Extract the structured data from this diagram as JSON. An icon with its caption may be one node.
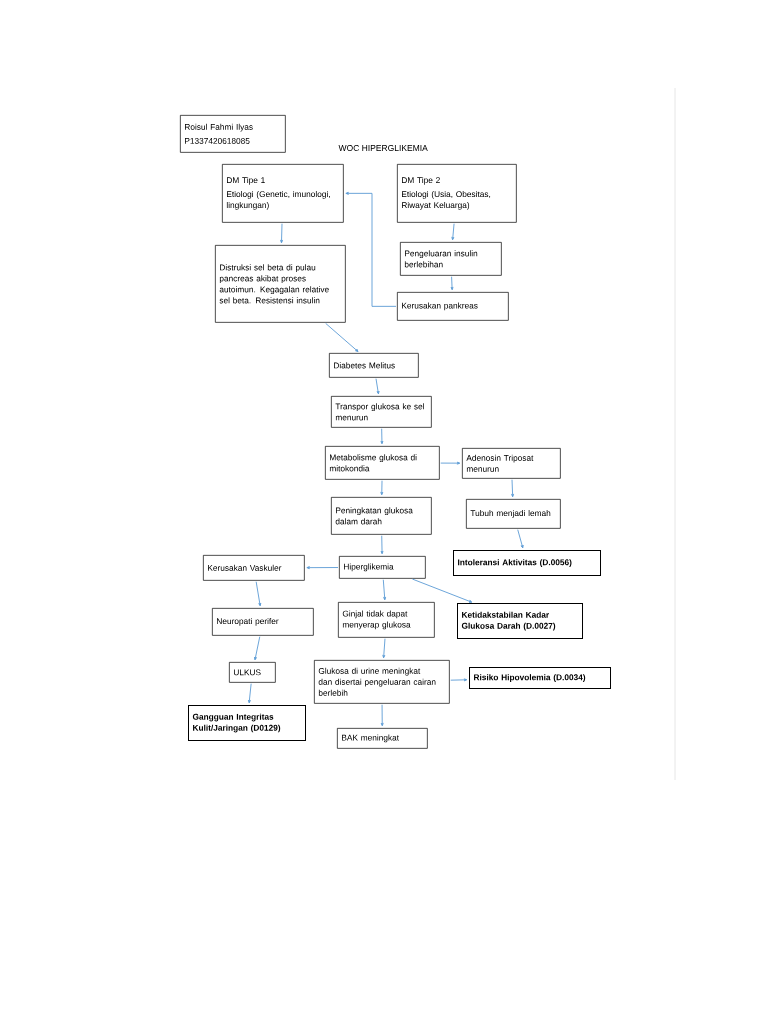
{
  "diagram": {
    "title": "WOC HIPERGLIKEMIA",
    "nodes": [
      {
        "text": [
          "Roisul Fahmi Ilyas",
          "P1337420618085"
        ]
      },
      {
        "text": [
          "DM Tipe 1",
          "Etiologi (Genetic, imunologi, lingkungan)"
        ]
      },
      {
        "text": [
          "DM Tipe 2",
          "Etiologi (Usia, Obesitas, Riwayat Keluarga)"
        ]
      },
      {
        "text": [
          "Distruksi sel beta di pulau pancreas akibat proses autoimun. Kegagalan relative sel beta. Resistensi insulin"
        ]
      },
      {
        "text": [
          "Pengeluaran insulin berlebihan"
        ]
      },
      {
        "text": [
          "Kerusakan pankreas"
        ]
      },
      {
        "text": [
          "Diabetes Melitus"
        ]
      },
      {
        "text": [
          "Transpor glukosa ke sel menurun"
        ]
      },
      {
        "text": [
          "Metabolisme glukosa di mitokondia"
        ]
      },
      {
        "text": [
          "Adenosin Triposat menurun"
        ]
      },
      {
        "text": [
          "Peningkatan glukosa dalam darah"
        ]
      },
      {
        "text": [
          "Tubuh menjadi lemah"
        ]
      },
      {
        "text": [
          "Intoleransi Aktivitas (D.0056)"
        ]
      },
      {
        "text": [
          "Kerusakan Vaskuler"
        ]
      },
      {
        "text": [
          "Hiperglikemia"
        ]
      },
      {
        "text": [
          "Neuropati perifer"
        ]
      },
      {
        "text": [
          "Ginjal tidak dapat menyerap glukosa"
        ]
      },
      {
        "text": [
          "Ketidakstabilan Kadar Glukosa Darah (D.0027)"
        ]
      },
      {
        "text": [
          "ULKUS"
        ]
      },
      {
        "text": [
          "Glukosa di urine meningkat dan disertai pengeluaran cairan berlebih"
        ]
      },
      {
        "text": [
          "Risiko Hipovolemia (D.0034)"
        ]
      },
      {
        "text": [
          "Gangguan Integritas Kulit/Jaringan (D0129)"
        ]
      },
      {
        "text": [
          "BAK meningkat"
        ]
      }
    ],
    "edges": [
      {
        "from": 1,
        "to": 3,
        "arrow": "to"
      },
      {
        "from": 2,
        "to": 4,
        "arrow": "to"
      },
      {
        "from": 4,
        "to": 5,
        "arrow": "to"
      },
      {
        "from": 5,
        "to": 1,
        "arrow": "to"
      },
      {
        "from": 3,
        "to": 6,
        "arrow": "to"
      },
      {
        "from": 6,
        "to": 7,
        "arrow": "to"
      },
      {
        "from": 7,
        "to": 8,
        "arrow": "to"
      },
      {
        "from": 8,
        "to": 9,
        "arrow": "to"
      },
      {
        "from": 8,
        "to": 10,
        "arrow": "to"
      },
      {
        "from": 9,
        "to": 11,
        "arrow": "to"
      },
      {
        "from": 11,
        "to": 12,
        "arrow": "to"
      },
      {
        "from": 10,
        "to": 14,
        "arrow": "to"
      },
      {
        "from": 14,
        "to": 13,
        "arrow": "to"
      },
      {
        "from": 14,
        "to": 16,
        "arrow": "to"
      },
      {
        "from": 14,
        "to": 17,
        "arrow": "to"
      },
      {
        "from": 13,
        "to": 15,
        "arrow": "to"
      },
      {
        "from": 15,
        "to": 18,
        "arrow": "to"
      },
      {
        "from": 18,
        "to": 21,
        "arrow": "to"
      },
      {
        "from": 16,
        "to": 19,
        "arrow": "to"
      },
      {
        "from": 19,
        "to": 20,
        "arrow": "to"
      },
      {
        "from": 19,
        "to": 22,
        "arrow": "to"
      }
    ]
  }
}
